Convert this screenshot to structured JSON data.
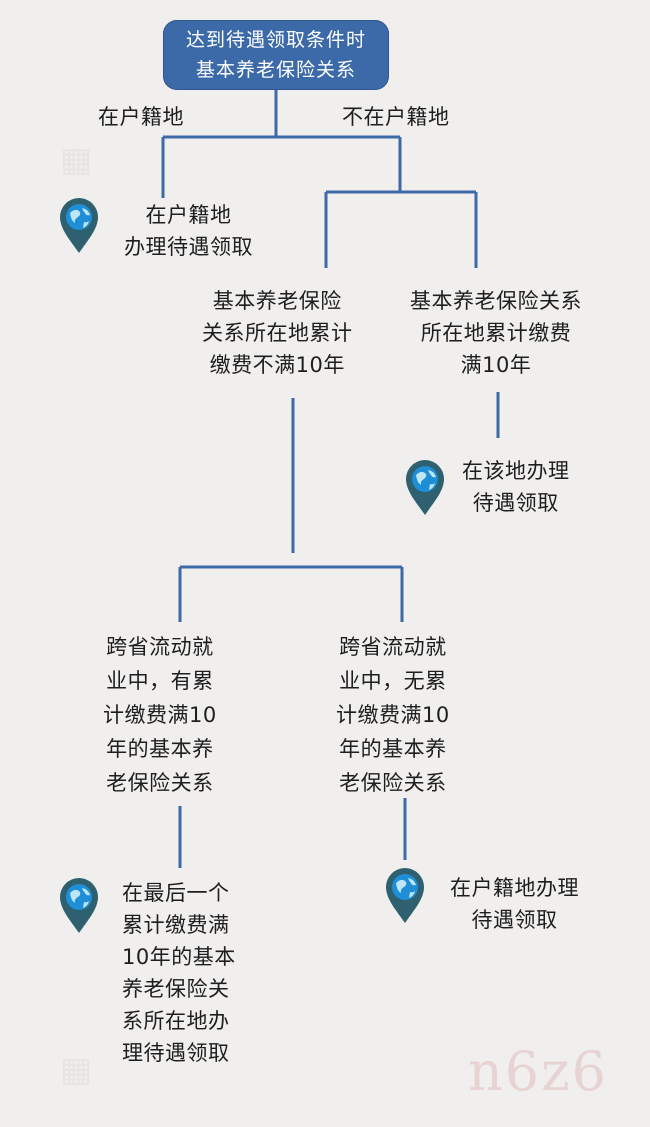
{
  "root": {
    "line1": "达到待遇领取条件时",
    "line2": "基本养老保险关系"
  },
  "branch_labels": {
    "in_hukou": "在户籍地",
    "not_in_hukou": "不在户籍地"
  },
  "nodes": {
    "hukou_handle": [
      "在户籍地",
      "办理待遇领取"
    ],
    "less_than_10": [
      "基本养老保险",
      "关系所在地累计",
      "缴费不满10年"
    ],
    "full_10": [
      "基本养老保险关系",
      "所在地累计缴费",
      "满10年"
    ],
    "local_handle": [
      "在该地办理",
      "待遇领取"
    ],
    "cross_with_10": [
      "跨省流动就",
      "业中，有累",
      "计缴费满10",
      "年的基本养",
      "老保险关系"
    ],
    "cross_without_10": [
      "跨省流动就",
      "业中，无累",
      "计缴费满10",
      "年的基本养",
      "老保险关系"
    ],
    "last_place_handle": [
      "在最后一个",
      "累计缴费满",
      "10年的基本",
      "养老保险关",
      "系所在地办",
      "理待遇领取"
    ],
    "hukou_handle_2": [
      "在户籍地办理",
      "待遇领取"
    ]
  },
  "colors": {
    "line": "#3c6aa8",
    "root_fill": "#3c6aa8",
    "pin": "#2e6070",
    "globe": "#1e8fd6",
    "background": "#f0efed"
  },
  "icons": [
    "location-pin-icon"
  ],
  "watermark": "n6z6"
}
